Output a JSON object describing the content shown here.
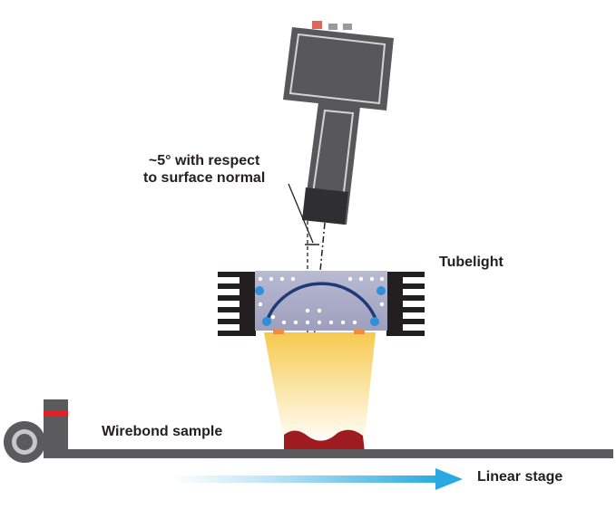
{
  "labels": {
    "angle_line1": "~5° with respect",
    "angle_line2": "to surface normal",
    "tubelight": "Tubelight",
    "wirebond_sample": "Wirebond sample",
    "linear_stage": "Linear stage"
  },
  "colors": {
    "camera_body": "#58585a",
    "camera_outline": "#d9d9d9",
    "camera_lens": "#2f2f31",
    "tubelight_body": "#a7a9c6",
    "heat_sink": "#231f20",
    "arc": "#1f3a75",
    "blue_dot": "#2f8fd8",
    "light_beam_top": "#f7d36a",
    "light_beam_bottom": "#fff8e6",
    "sample": "#9e1b20",
    "stage": "#5b5b5d",
    "stage_accent": "#e31e24",
    "arrow_start": "#ffffff",
    "arrow_end": "#29a9e1"
  },
  "icons": {
    "camera": "camera-icon",
    "tubelight": "tubelight-icon",
    "wheel": "wheel-icon",
    "arrow": "arrow-right-icon"
  }
}
